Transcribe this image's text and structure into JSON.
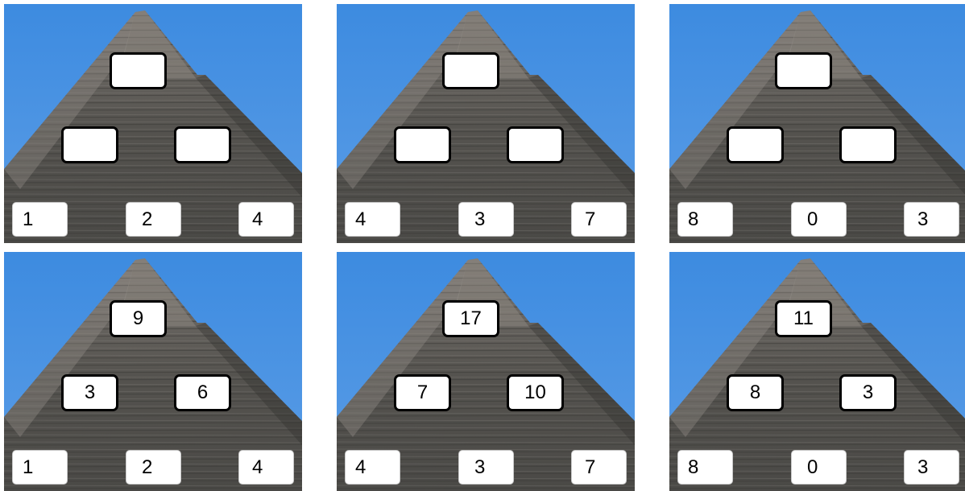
{
  "colors": {
    "sky": "#3e8ee0",
    "stone": "#5d5b58",
    "box_border": "#000000"
  },
  "panels": [
    {
      "top": "",
      "mid_left": "",
      "mid_right": "",
      "base": [
        "1",
        "2",
        "4"
      ]
    },
    {
      "top": "",
      "mid_left": "",
      "mid_right": "",
      "base": [
        "4",
        "3",
        "7"
      ]
    },
    {
      "top": "",
      "mid_left": "",
      "mid_right": "",
      "base": [
        "8",
        "0",
        "3"
      ]
    },
    {
      "top": "9",
      "mid_left": "3",
      "mid_right": "6",
      "base": [
        "1",
        "2",
        "4"
      ]
    },
    {
      "top": "17",
      "mid_left": "7",
      "mid_right": "10",
      "base": [
        "4",
        "3",
        "7"
      ]
    },
    {
      "top": "11",
      "mid_left": "8",
      "mid_right": "3",
      "base": [
        "8",
        "0",
        "3"
      ]
    }
  ]
}
